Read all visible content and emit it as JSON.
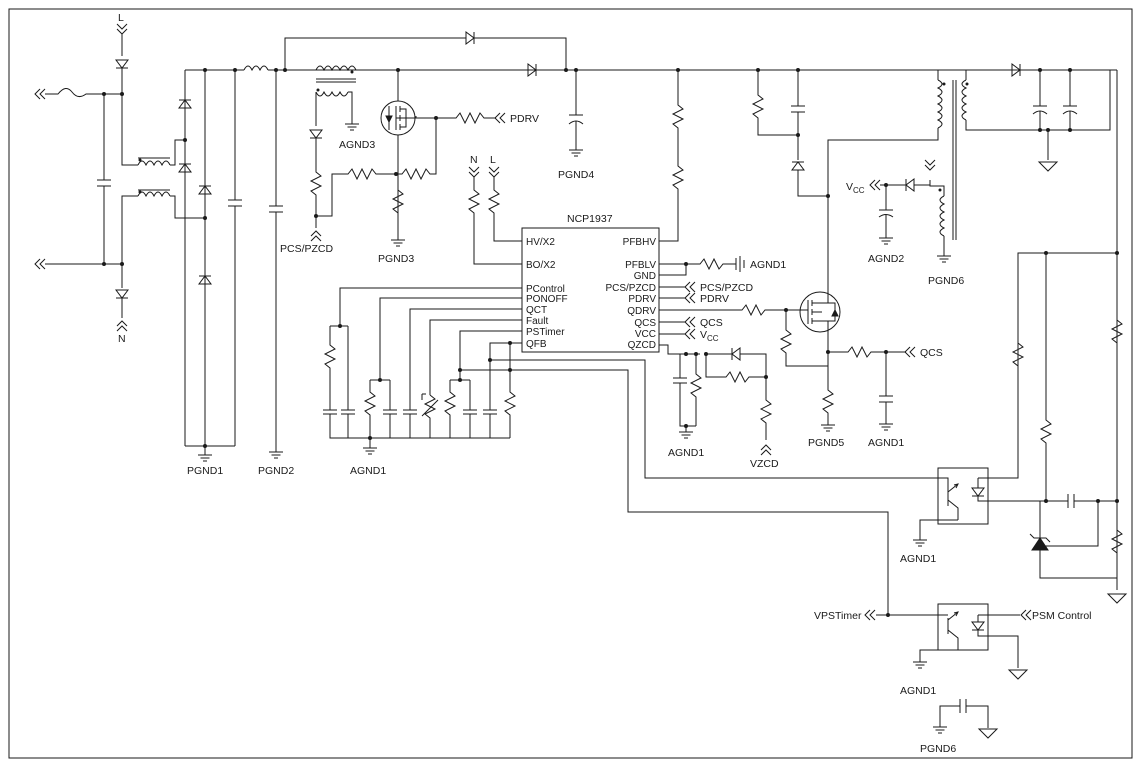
{
  "ic": {
    "name": "NCP1937",
    "pins_left": [
      "HV/X2",
      "BO/X2",
      "PControl",
      "PONOFF",
      "QCT",
      "Fault",
      "PSTimer",
      "QFB"
    ],
    "pins_right": [
      "PFBHV",
      "PFBLV",
      "GND",
      "PCS/PZCD",
      "PDRV",
      "QDRV",
      "QCS",
      "VCC",
      "QZCD"
    ]
  },
  "labels": {
    "L_top": "L",
    "N_bottom": "N",
    "N_in": "N",
    "L_in": "L",
    "agnd3": "AGND3",
    "pdrv_in": "PDRV",
    "pcs_pzcd_bottom": "PCS/PZCD",
    "pgnd3": "PGND3",
    "pgnd4": "PGND4",
    "pgnd1": "PGND1",
    "pgnd2": "PGND2",
    "agnd1_left": "AGND1",
    "agnd1_pfblv": "AGND1",
    "pcs_pzcd_out": "PCS/PZCD",
    "pdrv_out": "PDRV",
    "qcs_out": "QCS",
    "vcc_out": "V",
    "vcc_sub": "CC",
    "agnd1_qzcd": "AGND1",
    "vzcd": "VZCD",
    "pgnd5": "PGND5",
    "agnd1_qcs": "AGND1",
    "qcs_right": "QCS",
    "vcc_aux": "V",
    "vcc_aux_sub": "CC",
    "agnd2": "AGND2",
    "pgnd6": "PGND6",
    "agnd1_opto1": "AGND1",
    "vpstimer": "VPSTimer",
    "psm_control": "PSM Control",
    "agnd1_opto2": "AGND1",
    "pgnd6_bottom": "PGND6"
  }
}
